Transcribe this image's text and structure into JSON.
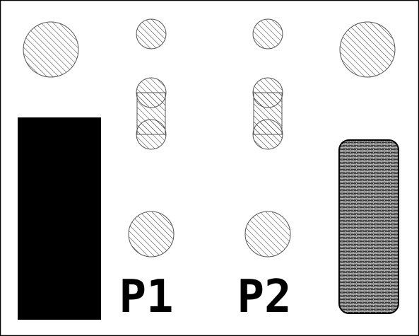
{
  "colors": {
    "background": "#ffffff",
    "ink": "#000000",
    "hatch_stroke": "#3a3a3a",
    "pad_fill": "#f2f2f2"
  },
  "labels": {
    "p1": "P1",
    "p2": "P2"
  },
  "features": {
    "mounting_holes": 2,
    "small_vias": 2,
    "oval_slots": 2,
    "pin_pads": 2,
    "solid_block": 1,
    "textured_pad": 1
  }
}
